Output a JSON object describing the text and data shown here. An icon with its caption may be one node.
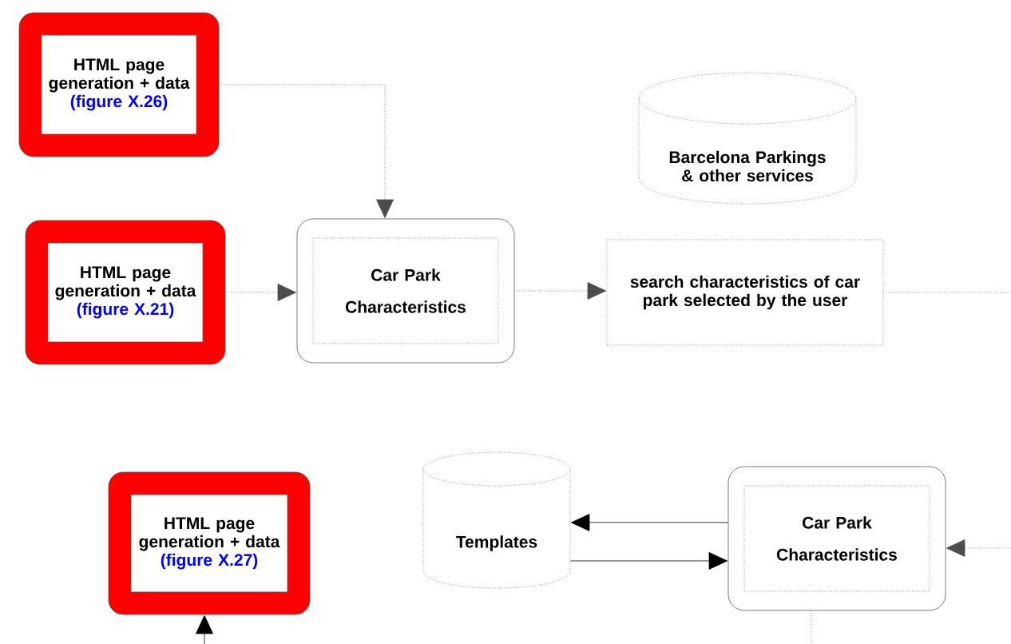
{
  "diagram": {
    "nodes": [
      {
        "text": [
          "HTML page generation + data",
          "(figure X.26)"
        ]
      },
      {
        "text": [
          "HTML page generation + data",
          "(figure X.21)"
        ]
      },
      {
        "text": [
          "Car Park Characteristics"
        ]
      },
      {
        "text": [
          "search characteristics of car park selected by the user"
        ]
      },
      {
        "text": [
          "Barcelona Parkings & other services"
        ]
      },
      {
        "text": [
          "HTML page generation + data",
          "(figure X.27)"
        ]
      },
      {
        "text": [
          "Templates"
        ]
      },
      {
        "text": [
          "Car Park Characteristics"
        ]
      }
    ],
    "edges": [
      {
        "from": 0,
        "to": 2,
        "arrow": "to",
        "style": "dashed"
      },
      {
        "from": 1,
        "to": 2,
        "arrow": "to",
        "style": "dashed"
      },
      {
        "from": 2,
        "to": 3,
        "arrow": "to",
        "style": "dashed"
      },
      {
        "from": 3,
        "to": null,
        "arrow": "none",
        "style": "dashed"
      },
      {
        "from": 7,
        "to": 6,
        "arrow": "to"
      },
      {
        "from": 6,
        "to": 7,
        "arrow": "to"
      },
      {
        "from": null,
        "to": 7,
        "arrow": "to",
        "style": "dashed"
      },
      {
        "from": 7,
        "to": null,
        "arrow": "none",
        "style": "dashed"
      },
      {
        "from": null,
        "to": 5,
        "arrow": "to"
      }
    ]
  }
}
